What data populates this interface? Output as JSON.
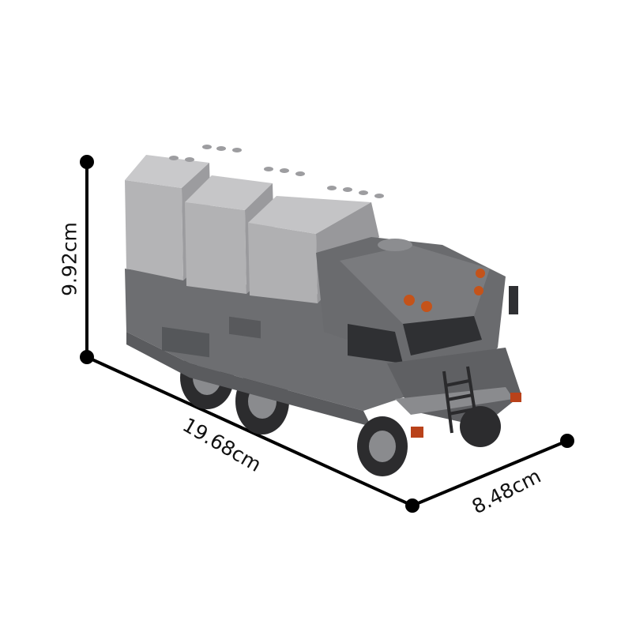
{
  "image": {
    "subject": "Gray brick-built 6-wheel military transport truck model",
    "colors": {
      "background": "#ffffff",
      "body_light": "#a9a9ab",
      "body_mid": "#7e7f82",
      "body_dark": "#55575a",
      "tire": "#2c2c2e",
      "hub": "#8a8b8e",
      "light_orange": "#c4531a",
      "dimension_line": "#000000"
    }
  },
  "dimensions": {
    "height": {
      "label": "9.92cm"
    },
    "length": {
      "label": "19.68cm"
    },
    "width": {
      "label": "8.48cm"
    }
  }
}
